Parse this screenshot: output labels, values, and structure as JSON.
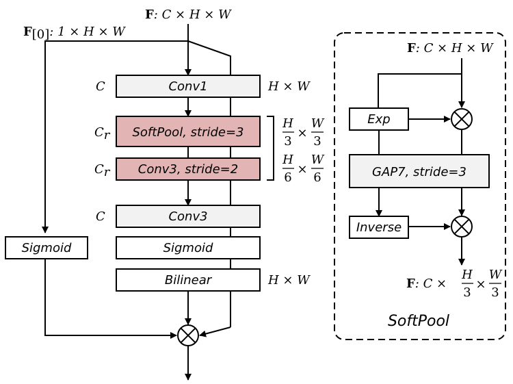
{
  "main": {
    "input_label": "F",
    "input_shape": ": C × H × W",
    "side_input_label": "F",
    "side_input_sub": "[0]",
    "side_input_shape": ": 1 × H × W",
    "blocks": {
      "conv1": "Conv1",
      "softpool": "SoftPool, stride=3",
      "conv3_stride": "Conv3, stride=2",
      "conv3": "Conv3",
      "sigmoid_center": "Sigmoid",
      "bilinear": "Bilinear",
      "sigmoid_left": "Sigmoid"
    },
    "channel_labels": {
      "conv1": "C",
      "softpool": "C",
      "softpool_sub": "r",
      "conv3_stride": "C",
      "conv3_stride_sub": "r",
      "conv3": "C"
    },
    "size_labels": {
      "conv1": "H × W",
      "softpool_num1": "H",
      "softpool_den1": "3",
      "softpool_num2": "W",
      "softpool_den2": "3",
      "conv3_num1": "H",
      "conv3_den1": "6",
      "conv3_num2": "W",
      "conv3_den2": "6",
      "bilinear": "H × W",
      "times": "×"
    }
  },
  "softpool_panel": {
    "title": "SoftPool",
    "input_label": "F",
    "input_shape": ": C × H × W",
    "exp": "Exp",
    "gap": "GAP7, stride=3",
    "inverse": "Inverse",
    "output_label": "F",
    "output_prefix": ": C ×",
    "output_num1": "H",
    "output_den1": "3",
    "output_num2": "W",
    "output_den2": "3",
    "times": "×"
  }
}
